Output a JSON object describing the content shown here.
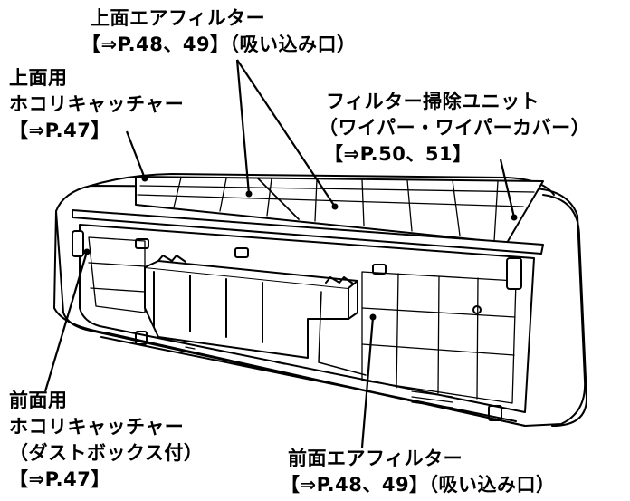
{
  "labels": {
    "top_filter": {
      "line1": "上面エアフィルター",
      "line2": "【⇒P.48、49】（吸い込み口）"
    },
    "top_dust": {
      "line1": "上面用",
      "line2": "ホコリキャッチャー",
      "line3": "【⇒P.47】"
    },
    "wiper": {
      "line1": "フィルター掃除ユニット",
      "line2": "（ワイパー・ワイパーカバー）",
      "line3": "【⇒P.50、51】"
    },
    "front_dust": {
      "line1": "前面用",
      "line2": "ホコリキャッチャー",
      "line3": "（ダストボックス付）",
      "line4": "【⇒P.47】"
    },
    "front_filter": {
      "line1": "前面エアフィルター",
      "line2": "【⇒P.48、49】（吸い込み口）"
    }
  },
  "colors": {
    "line": "#000000",
    "body": "#ffffff",
    "shade": "#d9d9d9"
  }
}
